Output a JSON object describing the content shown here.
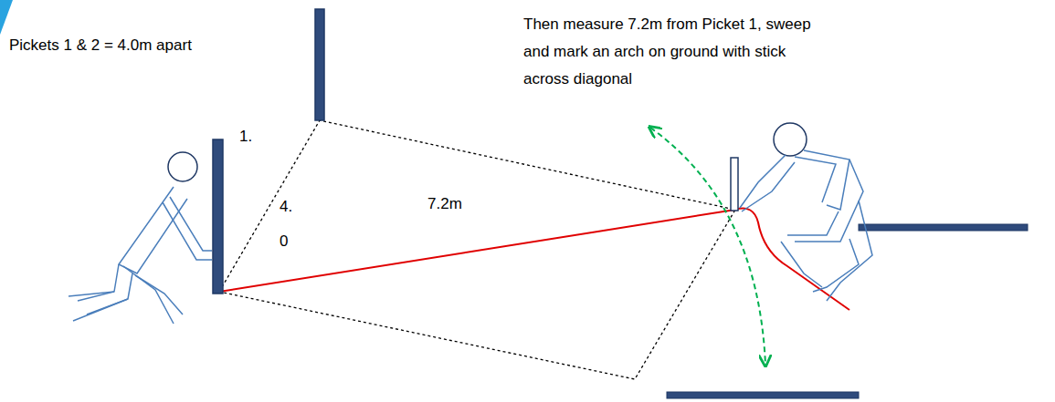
{
  "diagram": {
    "labels": [
      "Pickets 1 & 2 = 4.0m apart",
      "1.",
      "4. 0",
      "7.2m",
      "Then measure 7.2m from Picket 1, sweep and mark an arch on ground with stick across diagonal"
    ]
  }
}
